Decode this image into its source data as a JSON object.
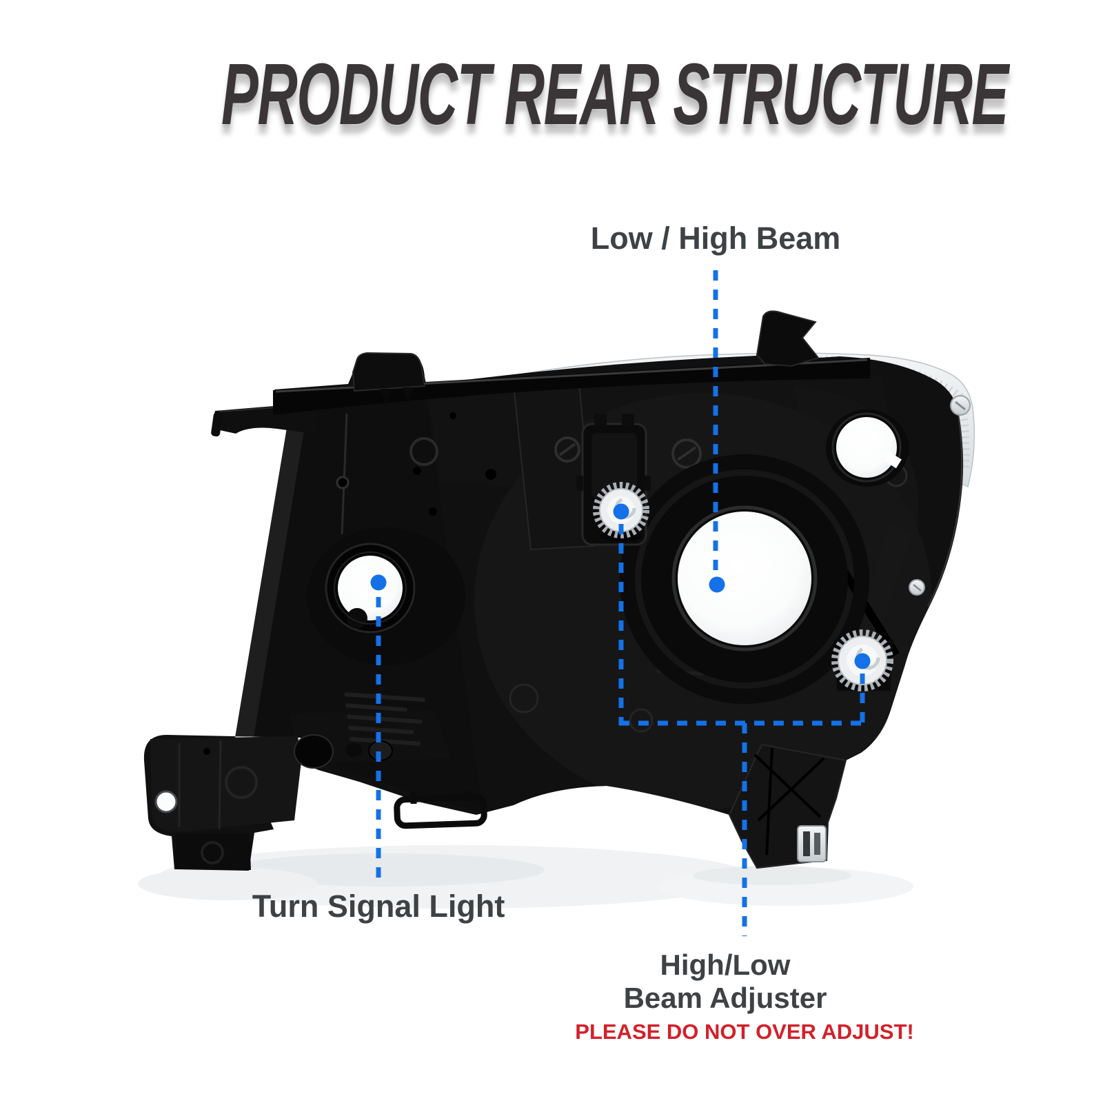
{
  "title": {
    "text": "PRODUCT REAR STRUCTURE"
  },
  "callouts": {
    "low_high_beam": {
      "label": "Low / High Beam"
    },
    "turn_signal": {
      "label": "Turn Signal Light"
    },
    "beam_adjuster": {
      "line1": "High/Low",
      "line2": "Beam Adjuster",
      "warning": "PLEASE DO NOT OVER ADJUST!"
    }
  },
  "colors": {
    "callout_blue": "#1471e8",
    "label_gray": "#3e4245",
    "title_gray": "#3a3637",
    "warning_red": "#d3202a",
    "housing_black": "#101010"
  }
}
